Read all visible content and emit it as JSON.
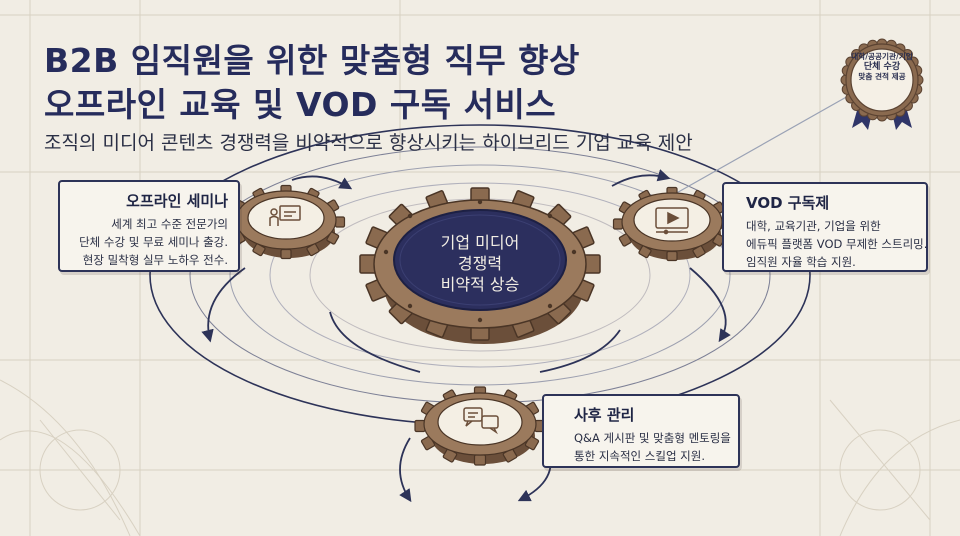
{
  "header": {
    "title_line1": "B2B 임직원을 위한 맞춤형 직무 향상",
    "title_line2": "오프라인 교육 및 VOD 구독 서비스",
    "subtitle": "조직의 미디어 콘텐츠 경쟁력을 비약적으로 향상시키는 하이브리드 기업 교육 제안"
  },
  "badge": {
    "line1": "대학/공공기관/기업",
    "line2": "단체 수강",
    "line3": "맞춤 견적 제공"
  },
  "center": {
    "line1": "기업 미디어",
    "line2": "경쟁력",
    "line3": "비약적 상승"
  },
  "offline": {
    "title": "오프라인 세미나",
    "line1": "세계 최고 수준 전문가의",
    "line2": "단체 수강 및 무료 세미나 출강.",
    "line3": "현장 밀착형 실무 노하우 전수.",
    "icon": "presentation-icon"
  },
  "vod": {
    "title": "VOD 구독제",
    "line1": "대학, 교육기관, 기업을 위한",
    "line2": "에듀픽 플랫폼 VOD 무제한 스트리밍.",
    "line3": "임직원 자율 학습 지원.",
    "icon": "video-play-icon"
  },
  "after": {
    "title": "사후 관리",
    "line1": "Q&A 게시판 및 맞춤형 멘토링을",
    "line2": "통한 지속적인 스킬업 지원.",
    "icon": "chat-bubbles-icon"
  },
  "colors": {
    "navy": "#262c5c",
    "bronze": "#8a6a4f",
    "parchment": "#f1ede4",
    "ribbon": "#2f3568"
  }
}
